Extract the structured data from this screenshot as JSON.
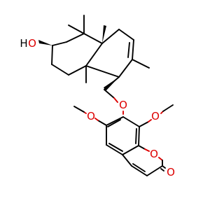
{
  "molecule": {
    "atoms": {
      "oxygen": "O",
      "hydroxyl_h": "H",
      "carbonyl_o": "O"
    },
    "colors": {
      "bond": "#000000",
      "heteroatom": "#dd0000",
      "background": "#ffffff"
    }
  }
}
